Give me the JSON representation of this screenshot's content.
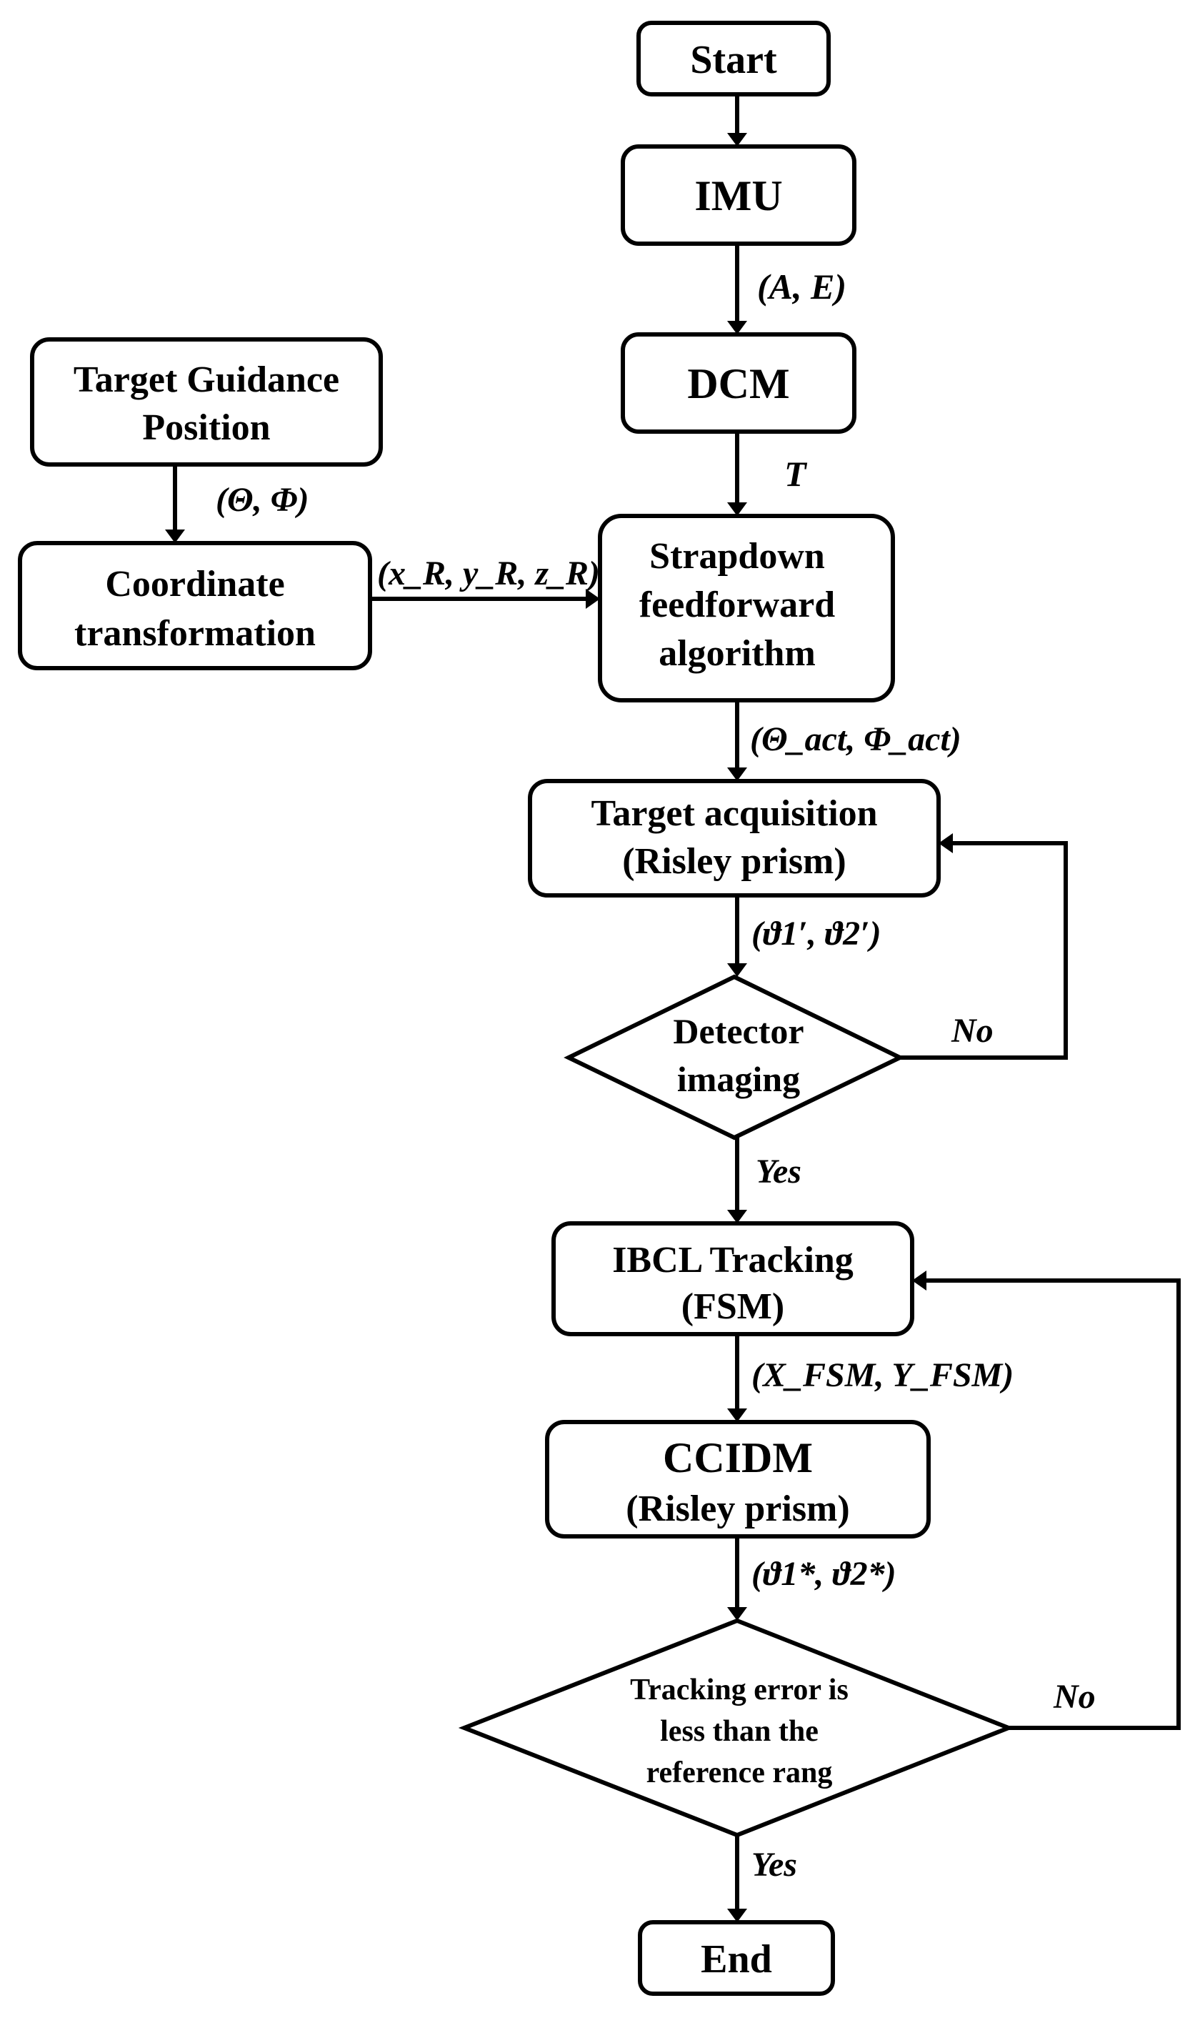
{
  "nodes": {
    "start": "Start",
    "imu": "IMU",
    "dcm": "DCM",
    "target_guidance": [
      "Target Guidance",
      "Position"
    ],
    "coordinate_transformation": [
      "Coordinate",
      "transformation"
    ],
    "strapdown": [
      "Strapdown",
      "feedforward",
      "algorithm"
    ],
    "target_acquisition": [
      "Target acquisition",
      "(Risley prism)"
    ],
    "detector_imaging": [
      "Detector",
      "imaging"
    ],
    "ibcl_tracking": [
      "IBCL Tracking",
      "(FSM)"
    ],
    "ccidm": [
      "CCIDM",
      "(Risley prism)"
    ],
    "tracking_error": [
      "Tracking error is",
      "less than the",
      "reference rang"
    ],
    "end": "End"
  },
  "edge_labels": {
    "imu_to_dcm": "(A, E)",
    "dcm_to_strapdown": "T",
    "guidance_to_coord": "(Θ, Φ)",
    "coord_to_strapdown": "(x_R, y_R, z_R)",
    "strapdown_to_acq": "(Θ_act, Φ_act)",
    "acq_to_detector": "(ϑ1′, ϑ2′)",
    "detector_no": "No",
    "detector_yes": "Yes",
    "ibcl_to_ccidm": "(X_FSM, Y_FSM)",
    "ccidm_to_error": "(ϑ1*, ϑ2*)",
    "error_no": "No",
    "error_yes": "Yes"
  }
}
